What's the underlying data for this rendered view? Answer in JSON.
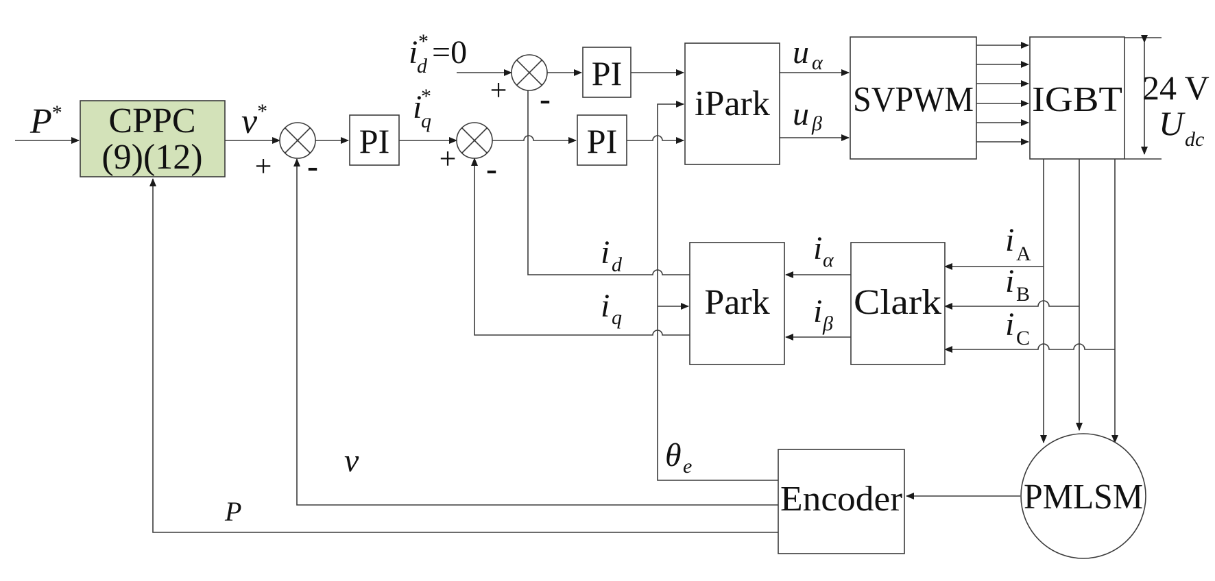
{
  "blocks": {
    "cppc_line1": "CPPC",
    "cppc_line2": "(9)(12)",
    "pi": "PI",
    "ipark": "iPark",
    "svpwm": "SVPWM",
    "igbt": "IGBT",
    "park": "Park",
    "clark": "Clark",
    "encoder": "Encoder",
    "pmlsm": "PMLSM"
  },
  "signals": {
    "p_ref": "P",
    "star": "*",
    "v_ref": "v",
    "iq_ref": "i",
    "id_ref": "i",
    "id_ref_value": "=0",
    "u_alpha": "u",
    "u_beta": "u",
    "i_d": "i",
    "i_q": "i",
    "i_alpha": "i",
    "i_beta": "i",
    "i_A": "i",
    "i_B": "i",
    "i_C": "i",
    "theta_e": "θ",
    "v_fb": "v",
    "p_fb": "P",
    "u_dc": "U",
    "voltage": "24 V"
  },
  "subscripts": {
    "d": "d",
    "q": "q",
    "alpha": "α",
    "beta": "β",
    "A": "A",
    "B": "B",
    "C": "C",
    "e": "e",
    "dc": "dc"
  },
  "signs": {
    "plus": "+",
    "minus": "-"
  },
  "colors": {
    "cppc_fill": "#d3e2b9",
    "line": "#3a3a3a"
  }
}
